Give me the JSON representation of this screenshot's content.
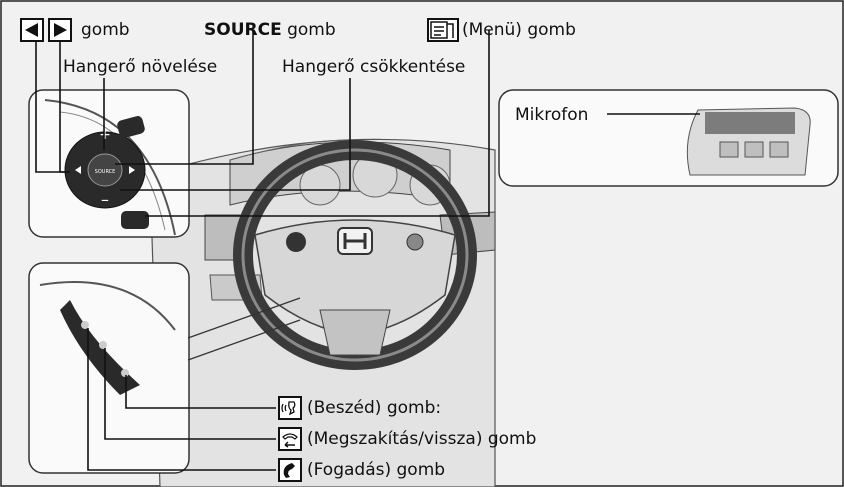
{
  "labels": {
    "arrows_suffix": "gomb",
    "source_word": "SOURCE",
    "source_suffix": "gomb",
    "menu_text": "(Menü) gomb",
    "volume_up": "Hangerő növelése",
    "volume_down": "Hangerő csökkentése",
    "microphone": "Mikrofon",
    "talk": "(Beszéd) gomb:",
    "hangup": "(Megszakítás/vissza) gomb",
    "pickup": "(Fogadás) gomb"
  },
  "switch_markings": {
    "plus": "+",
    "minus": "–",
    "source": "SOURCE"
  },
  "icons": [
    "left-arrow-icon",
    "right-arrow-icon",
    "menu-icon",
    "talk-icon",
    "hangup-icon",
    "pickup-icon"
  ],
  "colors": {
    "background": "#f1f1f1",
    "line": "#111111",
    "panel_border": "#333333",
    "gray": "#9a9a9a"
  }
}
